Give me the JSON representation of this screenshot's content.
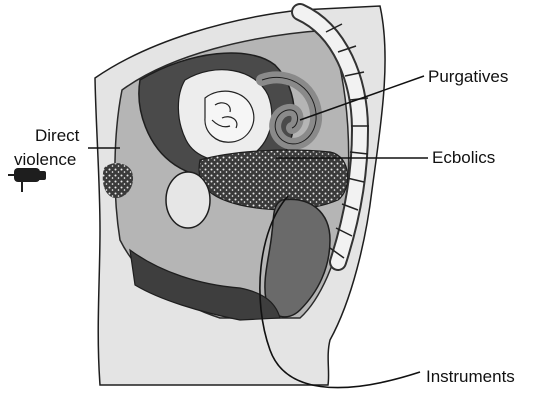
{
  "labels": {
    "direct_violence_line1": "Direct",
    "direct_violence_line2": "violence",
    "purgatives": "Purgatives",
    "ecbolics": "Ecbolics",
    "instruments": "Instruments"
  },
  "colors": {
    "skin": "#e2e2e2",
    "outline": "#1e1e1e",
    "dark_tissue": "#4a4a4a",
    "mid_tissue": "#8c8c8c",
    "light_tissue": "#c8c8c8",
    "spine": "#f2f2f2"
  },
  "icons": {
    "fist": "fist-icon"
  }
}
